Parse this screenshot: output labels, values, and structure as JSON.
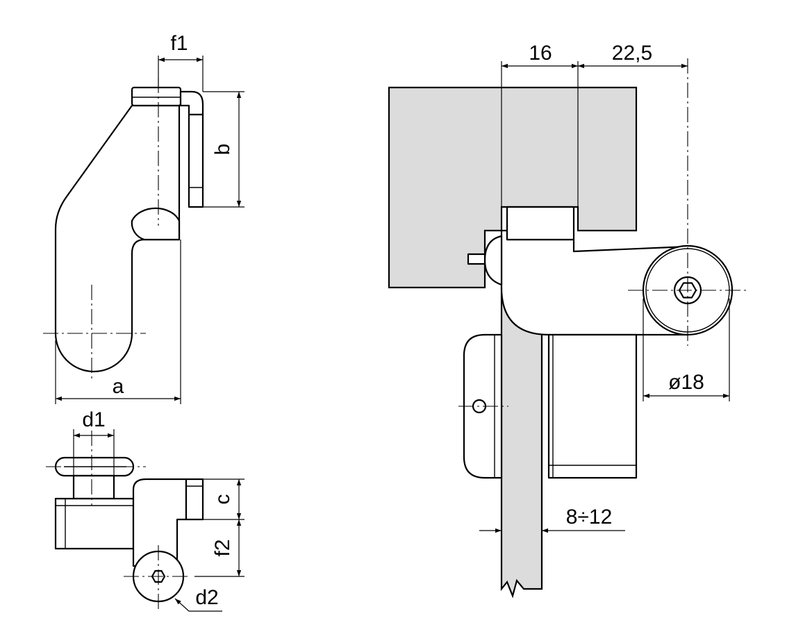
{
  "colors": {
    "stroke": "#000000",
    "background": "#ffffff",
    "section": "#dcdcdc"
  },
  "labels": {
    "f1": "f1",
    "b": "b",
    "a": "a",
    "d1": "d1",
    "c": "c",
    "f2": "f2",
    "d2": "d2",
    "dim16": "16",
    "dim22_5": "22,5",
    "dia18": "ø18",
    "range8_12": "8÷12"
  }
}
